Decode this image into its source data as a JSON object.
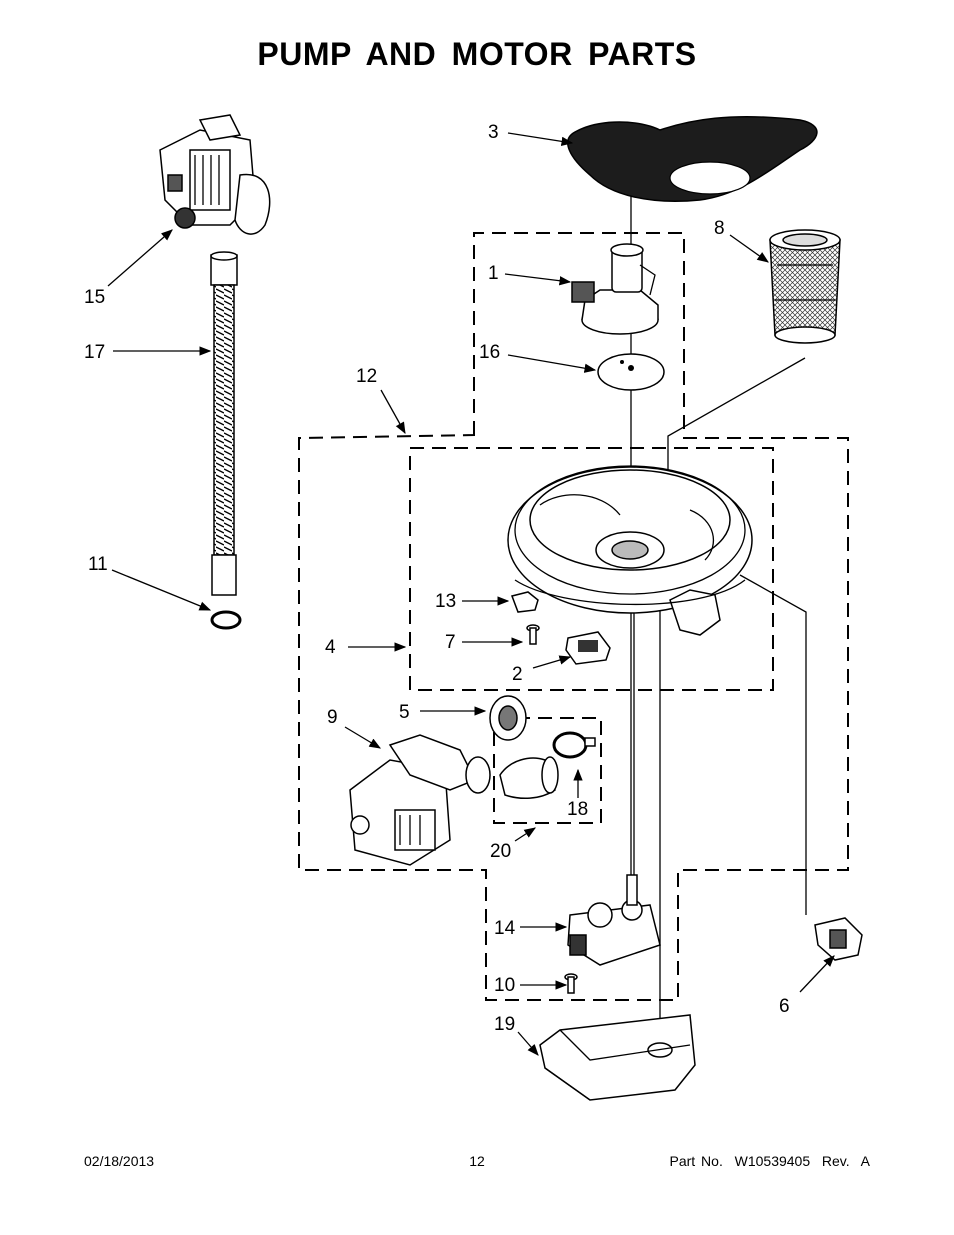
{
  "title": "PUMP AND MOTOR PARTS",
  "callouts": {
    "c1": "1",
    "c2": "2",
    "c3": "3",
    "c4": "4",
    "c5": "5",
    "c6": "6",
    "c7": "7",
    "c8": "8",
    "c9": "9",
    "c10": "10",
    "c11": "11",
    "c12": "12",
    "c13": "13",
    "c14": "14",
    "c15": "15",
    "c16": "16",
    "c17": "17",
    "c18": "18",
    "c19": "19",
    "c20": "20"
  },
  "footer": {
    "date": "02/18/2013",
    "page": "12",
    "part_no": "Part No.  W10539405  Rev.  A"
  }
}
